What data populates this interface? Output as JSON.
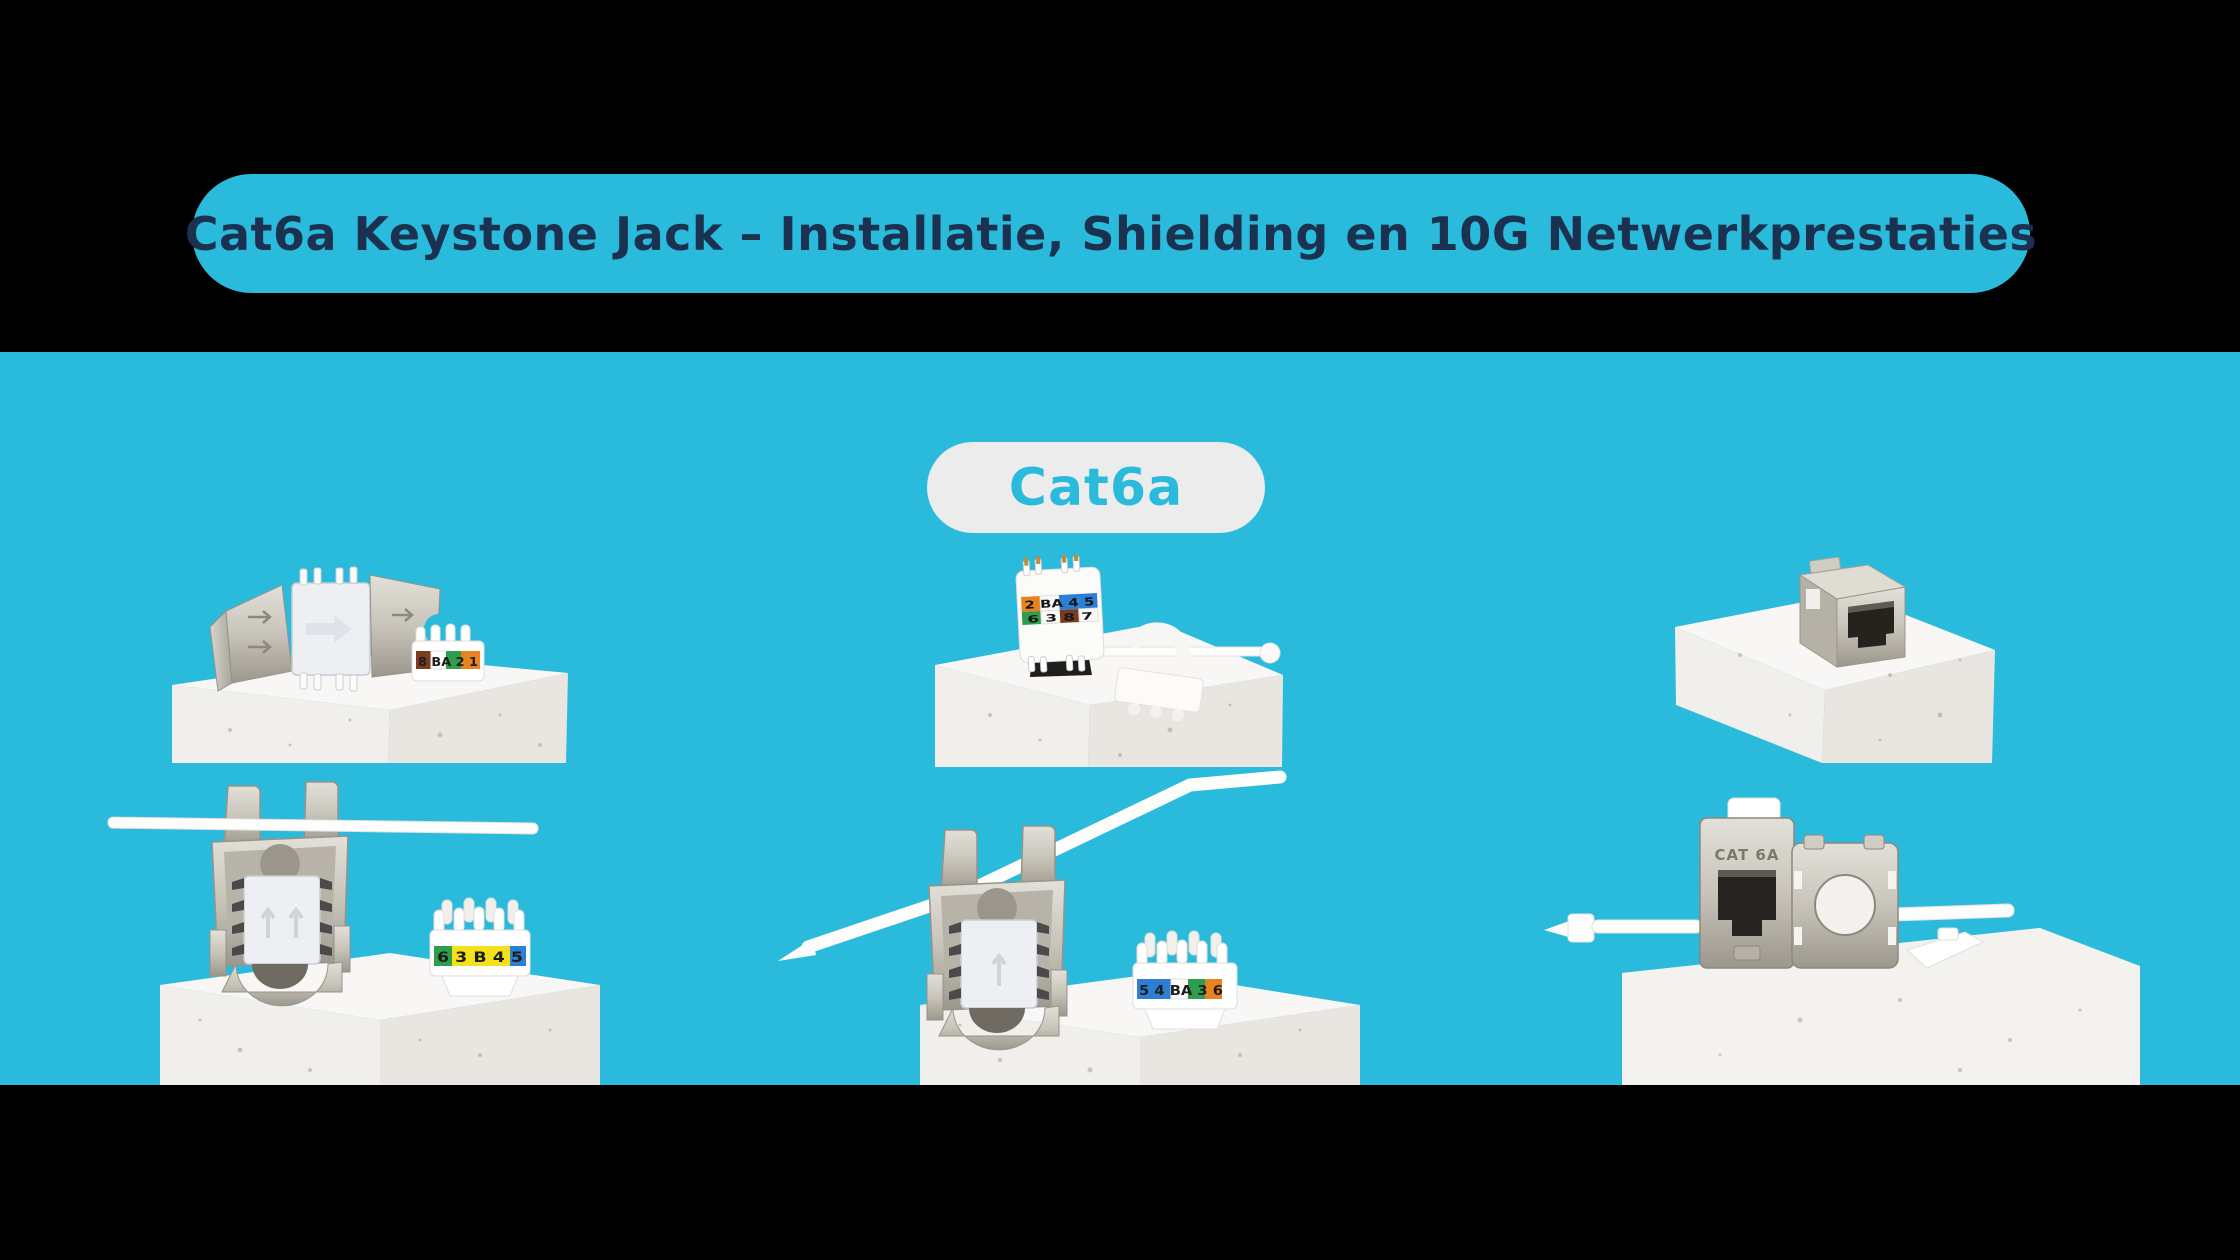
{
  "colors": {
    "background": "#000000",
    "accent_cyan": "#2ABADC",
    "title_text": "#1B3150",
    "badge_bg": "#ECECEC",
    "block_white": "#F5F4F1"
  },
  "header": {
    "title": "Cat6a Keystone Jack – Installatie, Shielding en 10G Netwerkprestaties"
  },
  "stage": {
    "badge_label": "Cat6a"
  },
  "products": {
    "top_left": {
      "name": "open-shielded-keystone-jack-side-view",
      "cap_label": "8 BA 2 1"
    },
    "top_middle": {
      "name": "keystone-jack-idc-block-with-strain-relief-and-cable-tie",
      "label_row1": "2 BA 4 5",
      "label_row2": "6 3 8 7"
    },
    "top_right": {
      "name": "shielded-rj45-keystone-coupler-on-slab"
    },
    "bottom_left": {
      "name": "open-shielded-keystone-jack-with-cable-tie-and-cap",
      "cap_label": "6 3 B 4 5"
    },
    "bottom_middle": {
      "name": "open-shielded-keystone-jack-with-long-cable-tie-and-cap",
      "cap_label": "5 4 BA 3 6"
    },
    "bottom_right": {
      "name": "cat6a-shielded-keystone-jack-front-with-shield-cap",
      "emboss_label": "CAT 6A"
    }
  }
}
